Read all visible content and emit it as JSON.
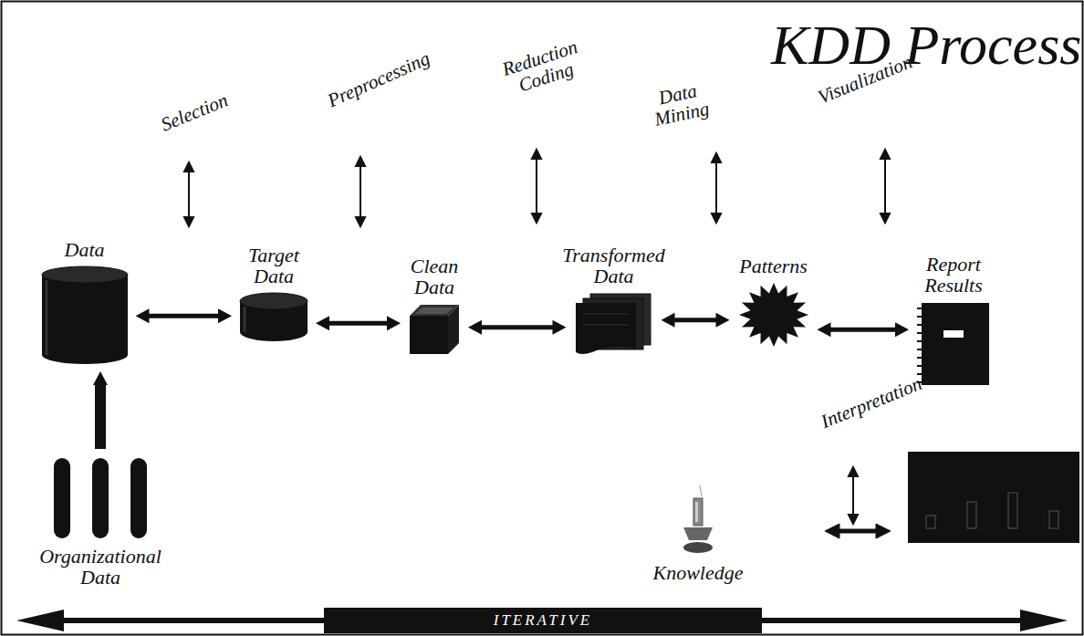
{
  "diagram": {
    "title": "KDD Process",
    "nodes": [
      {
        "text": [
          "Data"
        ]
      },
      {
        "text": [
          "Target Data"
        ]
      },
      {
        "text": [
          "Clean Data"
        ]
      },
      {
        "text": [
          "Transformed Data"
        ]
      },
      {
        "text": [
          "Patterns"
        ]
      },
      {
        "text": [
          "Report Results"
        ]
      },
      {
        "text": [
          "Organizational Data"
        ]
      },
      {
        "text": [
          "Knowledge"
        ]
      },
      {
        "text": [
          "ITERATIVE"
        ]
      }
    ],
    "edges": [
      {
        "from": 0,
        "to": 1,
        "arrow": "both"
      },
      {
        "from": 1,
        "to": 2,
        "arrow": "both"
      },
      {
        "from": 2,
        "to": 3,
        "arrow": "both"
      },
      {
        "from": 3,
        "to": 4,
        "arrow": "both"
      },
      {
        "from": 4,
        "to": 5,
        "arrow": "both"
      },
      {
        "from": 6,
        "to": 0,
        "arrow": "to"
      }
    ],
    "labels": [
      "Selection",
      "Preprocessing",
      "Reduction Coding",
      "Data Mining",
      "Visualization",
      "Interpretation"
    ]
  }
}
